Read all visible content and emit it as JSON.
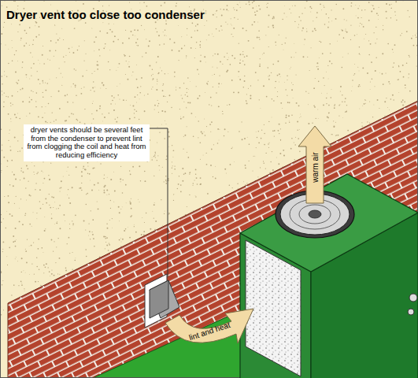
{
  "diagram": {
    "title": "Dryer vent too close too condenser",
    "nodes": [
      {
        "text": [
          "dryer vents should be several feet from the condenser to prevent lint from clogging the coil and heat from reducing efficiency"
        ]
      }
    ],
    "labels": [
      "warm air",
      "lint and heat"
    ]
  }
}
